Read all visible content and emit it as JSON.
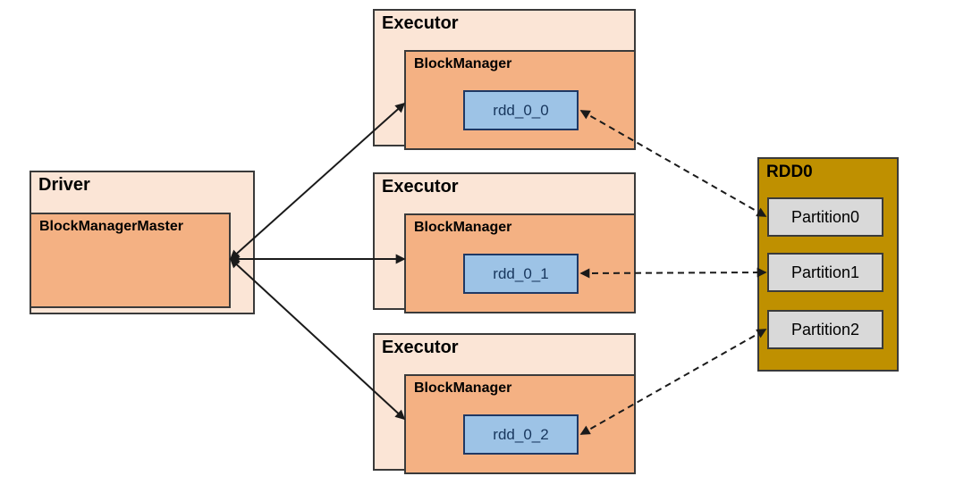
{
  "driver": {
    "title": "Driver",
    "master_label": "BlockManagerMaster"
  },
  "executors": [
    {
      "title": "Executor",
      "manager_label": "BlockManager",
      "block_label": "rdd_0_0"
    },
    {
      "title": "Executor",
      "manager_label": "BlockManager",
      "block_label": "rdd_0_1"
    },
    {
      "title": "Executor",
      "manager_label": "BlockManager",
      "block_label": "rdd_0_2"
    }
  ],
  "rdd": {
    "title": "RDD0",
    "partitions": [
      "Partition0",
      "Partition1",
      "Partition2"
    ]
  },
  "edges": [
    {
      "from": "BlockManagerMaster",
      "to": "Executor-1 BlockManager",
      "style": "solid",
      "bidirectional": true
    },
    {
      "from": "BlockManagerMaster",
      "to": "Executor-2 BlockManager",
      "style": "solid",
      "bidirectional": true
    },
    {
      "from": "BlockManagerMaster",
      "to": "Executor-3 BlockManager",
      "style": "solid",
      "bidirectional": true
    },
    {
      "from": "rdd_0_0",
      "to": "Partition0",
      "style": "dashed",
      "bidirectional": true
    },
    {
      "from": "rdd_0_1",
      "to": "Partition1",
      "style": "dashed",
      "bidirectional": true
    },
    {
      "from": "rdd_0_2",
      "to": "Partition2",
      "style": "dashed",
      "bidirectional": true
    }
  ],
  "colors": {
    "outer_box_fill": "#FBE5D6",
    "inner_box_fill": "#F4B183",
    "rdd_block_fill": "#9DC3E6",
    "rdd_block_border": "#1F3864",
    "rdd_block_text": "#17365D",
    "rdd_container_fill": "#BF9000",
    "partition_fill": "#D9D9D9",
    "box_border": "#3A3A3A",
    "arrow": "#1A1A1A",
    "background": "#FFFFFF"
  }
}
